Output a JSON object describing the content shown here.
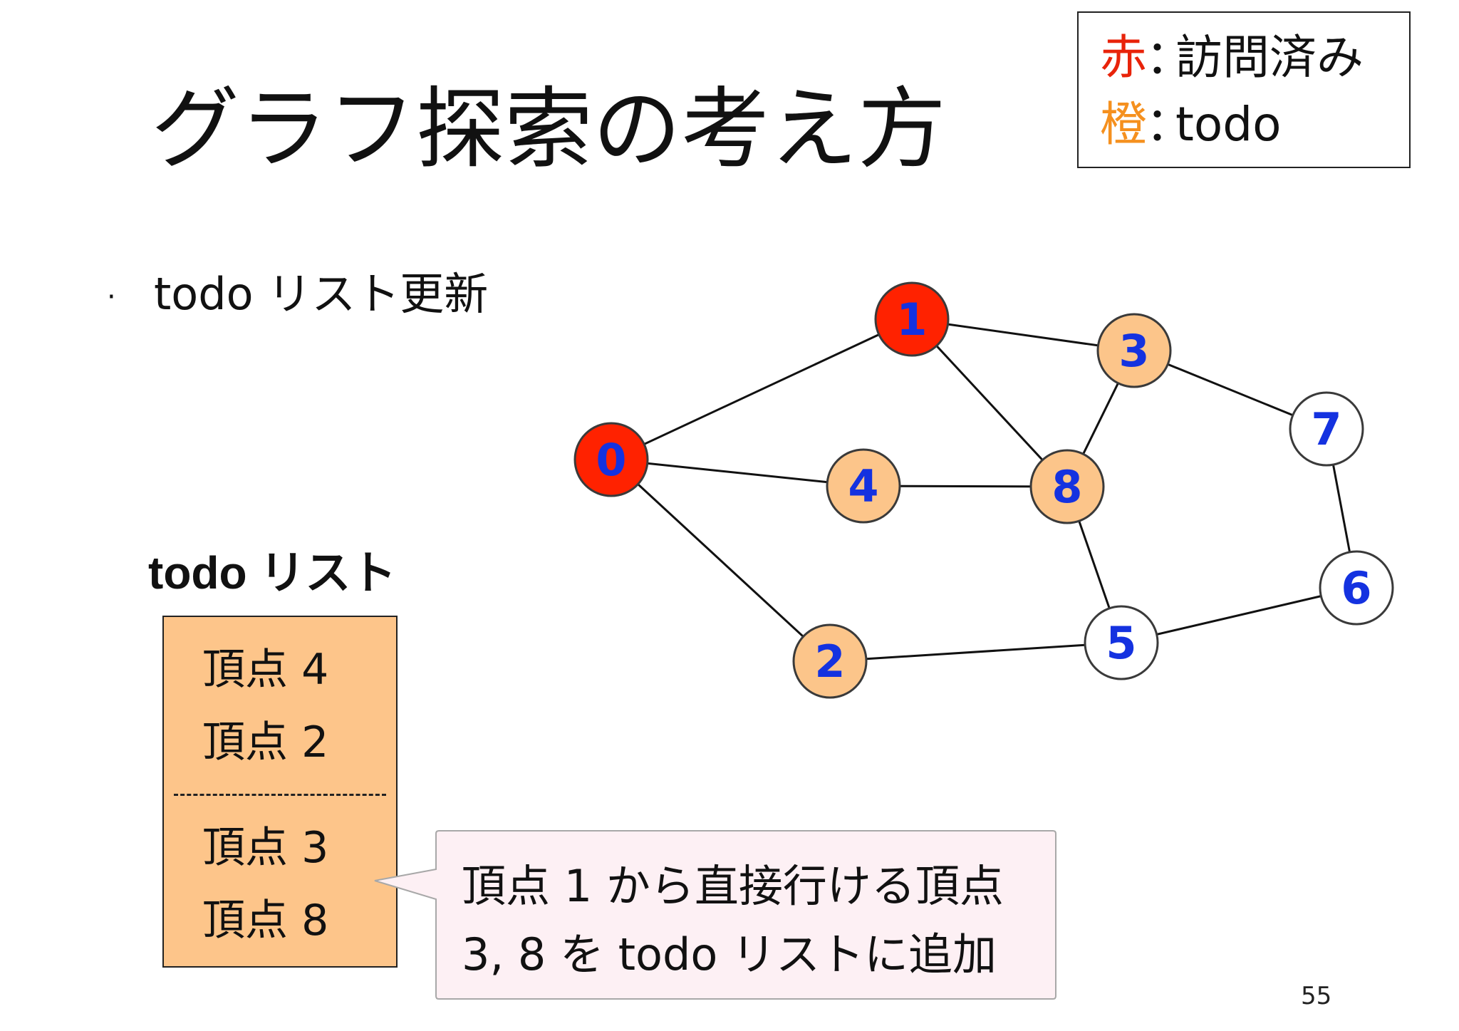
{
  "slide": {
    "title": "グラフ探索の考え方",
    "page_number": "55"
  },
  "legend": {
    "visited": {
      "key": "赤",
      "colon": "：",
      "text": "訪問済み",
      "color": "#e8230a"
    },
    "todo": {
      "key": "橙",
      "colon": "：",
      "text": "todo",
      "color": "#f5901e"
    }
  },
  "bullet": {
    "marker": "·",
    "text": "todo リスト更新"
  },
  "todo_list": {
    "heading": "todo リスト",
    "items": [
      "頂点 4",
      "頂点 2",
      "頂点 3",
      "頂点 8"
    ],
    "fill_color": "#fdc58a"
  },
  "callout": {
    "lines": [
      "頂点 1 から直接行ける頂点",
      "3, 8 を todo リストに追加"
    ],
    "fill_color": "#fdf0f4"
  },
  "graph": {
    "colors": {
      "visited": "#ff2200",
      "todo": "#fcc58a",
      "unvisited": "#ffffff",
      "label": "#1432e0"
    },
    "nodes": [
      {
        "id": "0",
        "state": "visited"
      },
      {
        "id": "1",
        "state": "visited"
      },
      {
        "id": "2",
        "state": "todo"
      },
      {
        "id": "3",
        "state": "todo"
      },
      {
        "id": "4",
        "state": "todo"
      },
      {
        "id": "5",
        "state": "unvisited"
      },
      {
        "id": "6",
        "state": "unvisited"
      },
      {
        "id": "7",
        "state": "unvisited"
      },
      {
        "id": "8",
        "state": "todo"
      }
    ],
    "edges": [
      [
        "0",
        "1"
      ],
      [
        "0",
        "4"
      ],
      [
        "0",
        "2"
      ],
      [
        "1",
        "3"
      ],
      [
        "1",
        "8"
      ],
      [
        "3",
        "8"
      ],
      [
        "3",
        "7"
      ],
      [
        "4",
        "8"
      ],
      [
        "8",
        "5"
      ],
      [
        "2",
        "5"
      ],
      [
        "5",
        "6"
      ],
      [
        "7",
        "6"
      ]
    ]
  }
}
